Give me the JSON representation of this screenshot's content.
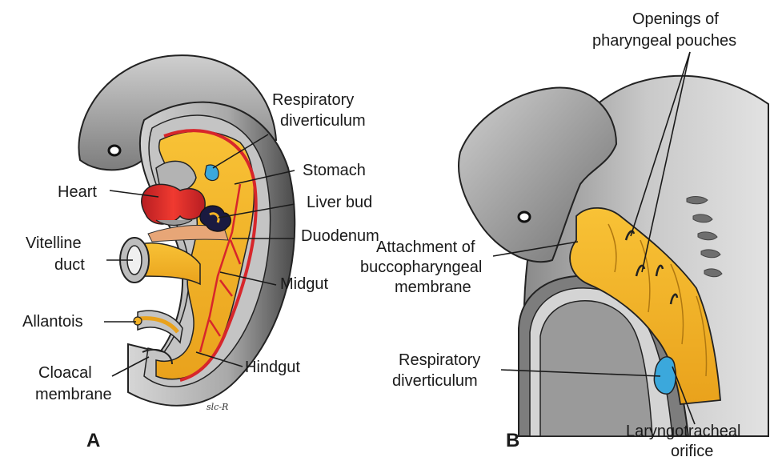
{
  "panels": {
    "a": {
      "panel_label": "A",
      "signature": "slc-R",
      "labels": {
        "respiratory_diverticulum": [
          "Respiratory",
          "diverticulum"
        ],
        "stomach": "Stomach",
        "heart": "Heart",
        "liver_bud": "Liver bud",
        "vitelline_duct": [
          "Vitelline",
          "duct"
        ],
        "duodenum": "Duodenum",
        "midgut": "Midgut",
        "allantois": "Allantois",
        "cloacal_membrane": [
          "Cloacal",
          "membrane"
        ],
        "hindgut": "Hindgut"
      }
    },
    "b": {
      "panel_label": "B",
      "labels": {
        "pharyngeal_pouches": [
          "Openings of",
          "pharyngeal pouches"
        ],
        "buccopharyngeal": [
          "Attachment of",
          "buccopharyngeal",
          "membrane"
        ],
        "respiratory_diverticulum": [
          "Respiratory",
          "diverticulum"
        ],
        "laryngotracheal_orifice": [
          "Laryngotracheal",
          "orifice"
        ]
      }
    }
  },
  "colors": {
    "endoderm": "#f5b325",
    "heart": "#d7262b",
    "vessels": "#d7262b",
    "respiratory": "#3ba8dc",
    "liver": "#1a1a40",
    "body_gray": "#9a9a9a"
  }
}
